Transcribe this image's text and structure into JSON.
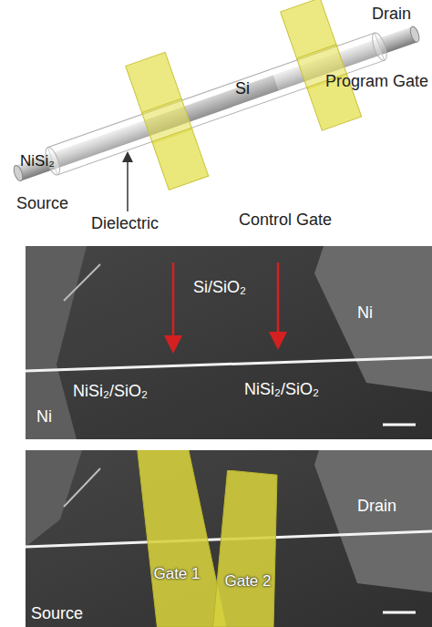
{
  "diagram": {
    "nodes": [
      {
        "text": [
          "Gate 1"
        ]
      },
      {
        "text": [
          "Gate 2"
        ]
      }
    ],
    "labels": [
      "Drain",
      "Si",
      "NiSi₂",
      "Program Gate",
      "Source",
      "Dielectric",
      "Control Gate",
      "Si/SiO₂",
      "NiSi₂/SiO₂",
      "NiSi₂/SiO₂",
      "Ni",
      "Ni",
      "Source",
      "Drain"
    ]
  }
}
